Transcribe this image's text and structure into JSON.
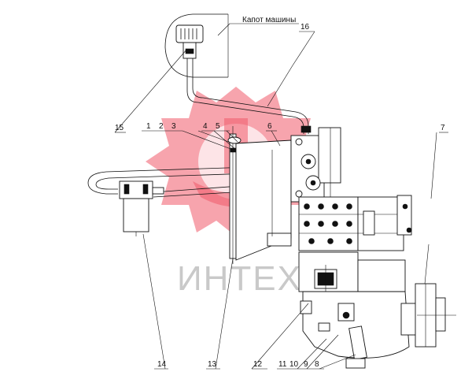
{
  "diagram": {
    "hood_label": "Капот машины",
    "watermark": "ИНТЕХ",
    "callouts": {
      "c1": "1",
      "c2": "2",
      "c3": "3",
      "c4": "4",
      "c5": "5",
      "c6": "6",
      "c7": "7",
      "c8": "8",
      "c9": "9",
      "c10": "10",
      "c11": "11",
      "c12": "12",
      "c13": "13",
      "c14": "14",
      "c15": "15",
      "c16": "16"
    }
  }
}
